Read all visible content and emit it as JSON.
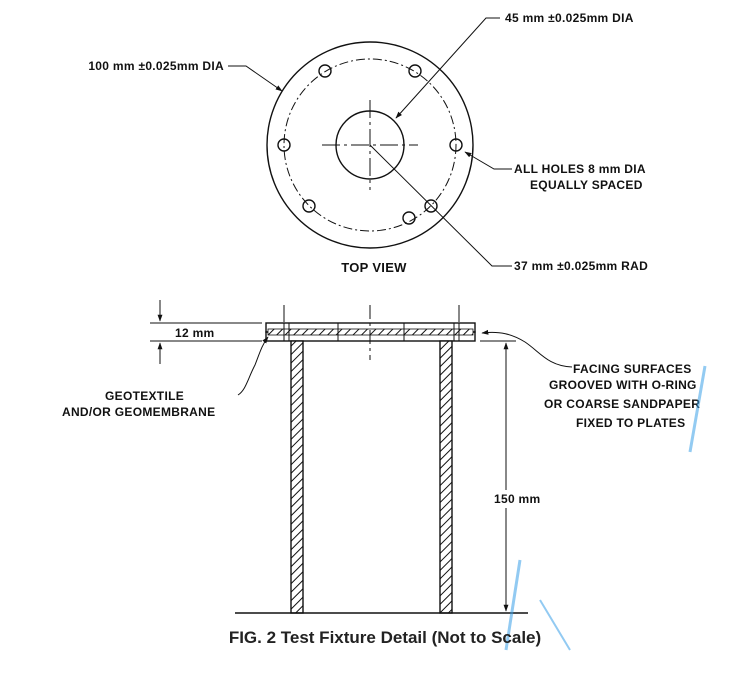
{
  "diagram": {
    "top_view_caption": "TOP VIEW",
    "callout_outer_dia": "100 mm ±0.025mm DIA",
    "callout_center_dia": "45 mm ±0.025mm DIA",
    "callout_holes_line1": "ALL HOLES 8 mm DIA",
    "callout_holes_line2": "EQUALLY SPACED",
    "callout_radius": "37 mm ±0.025mm RAD",
    "dim_thickness": "12 mm",
    "dim_height": "150 mm",
    "label_geotextile_line1": "GEOTEXTILE",
    "label_geotextile_line2": "AND/OR GEOMEMBRANE",
    "label_facing_line1": "FACING SURFACES",
    "label_facing_line2": "GROOVED WITH O-RING",
    "label_facing_line3": "OR COARSE SANDPAPER",
    "label_facing_line4": "FIXED TO PLATES",
    "figure_title": "FIG. 2 Test Fixture Detail (Not to Scale)"
  },
  "colors": {
    "ink": "#111111",
    "watermark": "#3aa0e8"
  }
}
